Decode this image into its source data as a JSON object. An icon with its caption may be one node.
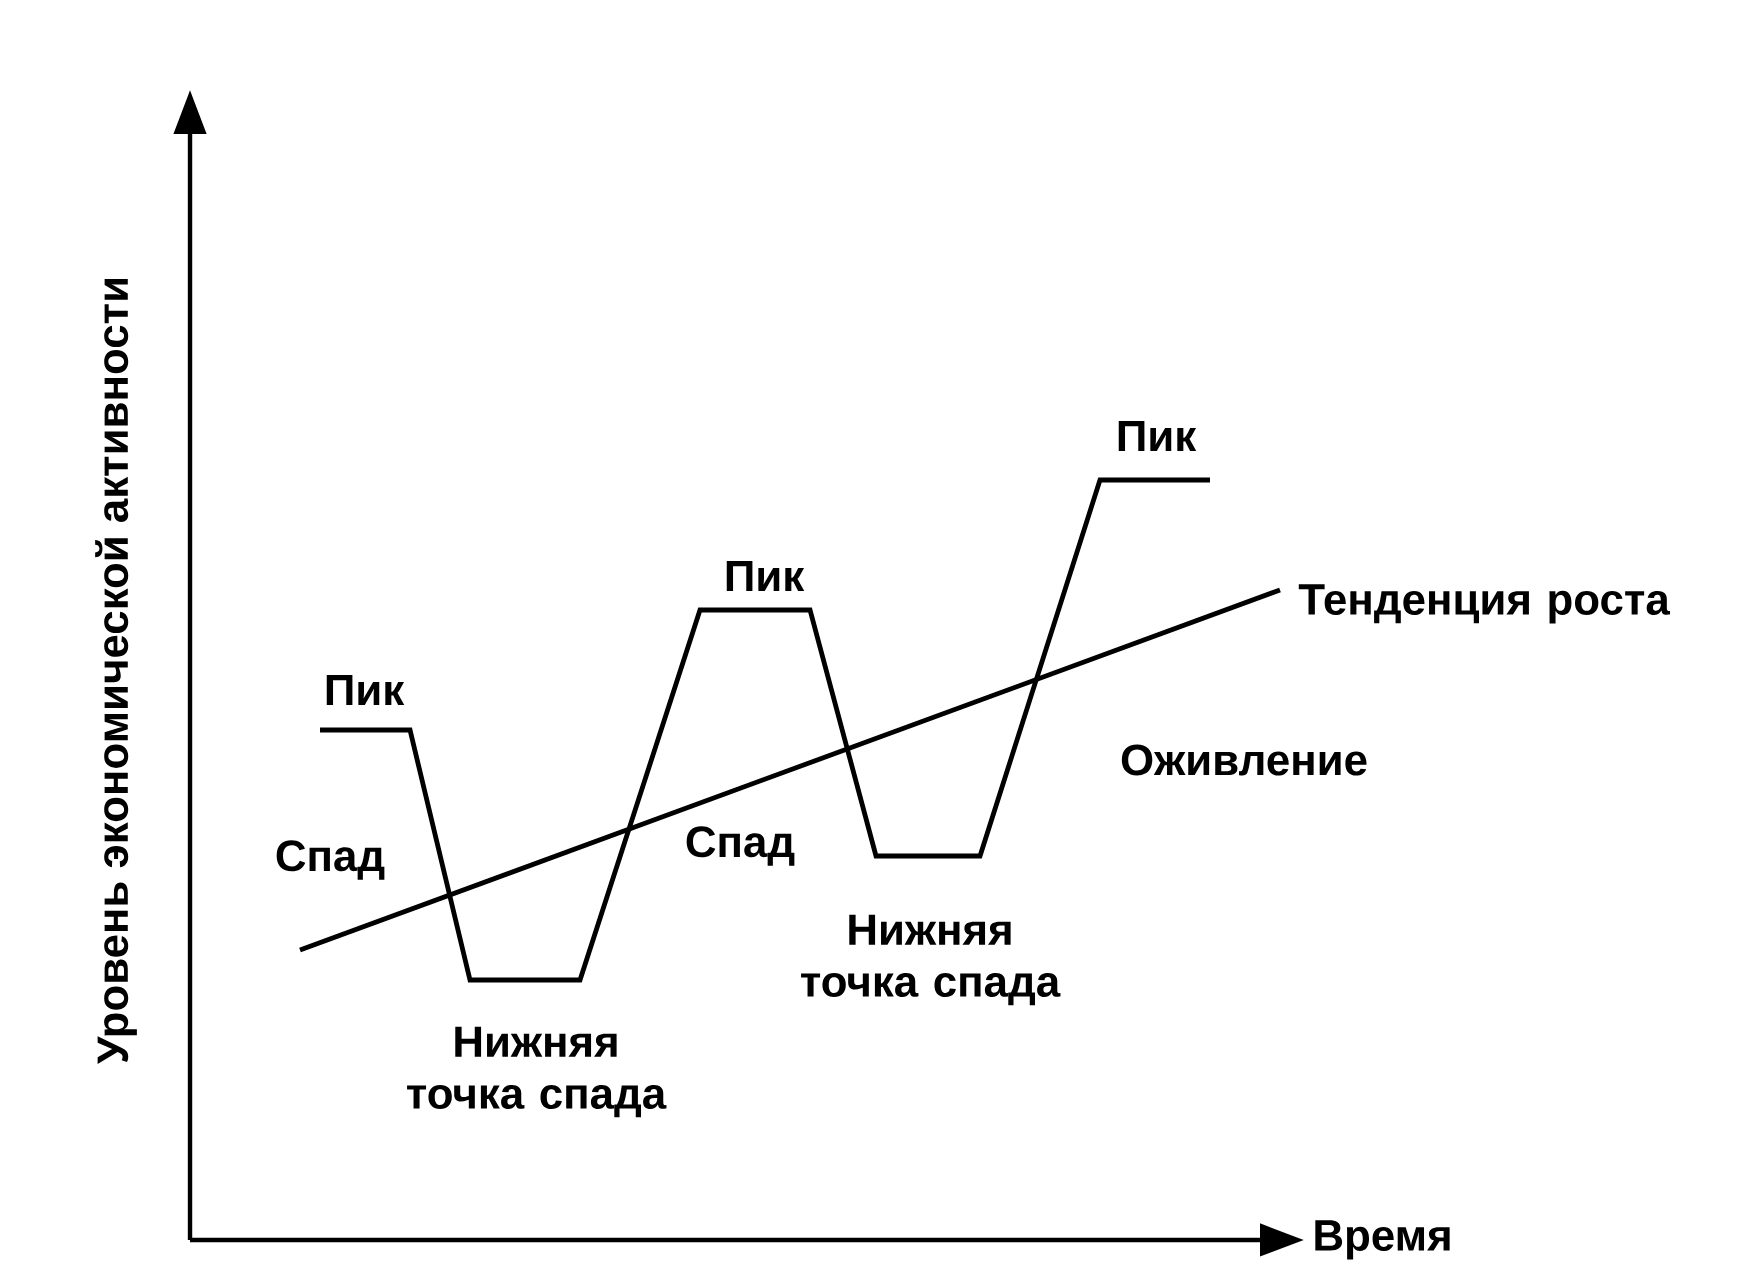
{
  "diagram": {
    "labels": [
      "Уровень экономической активности",
      "Пик",
      "Спад",
      "Нижняя точка спада",
      "Пик",
      "Спад",
      "Нижняя точка спада",
      "Пик",
      "Тенденция роста",
      "Оживление",
      "Время"
    ]
  }
}
